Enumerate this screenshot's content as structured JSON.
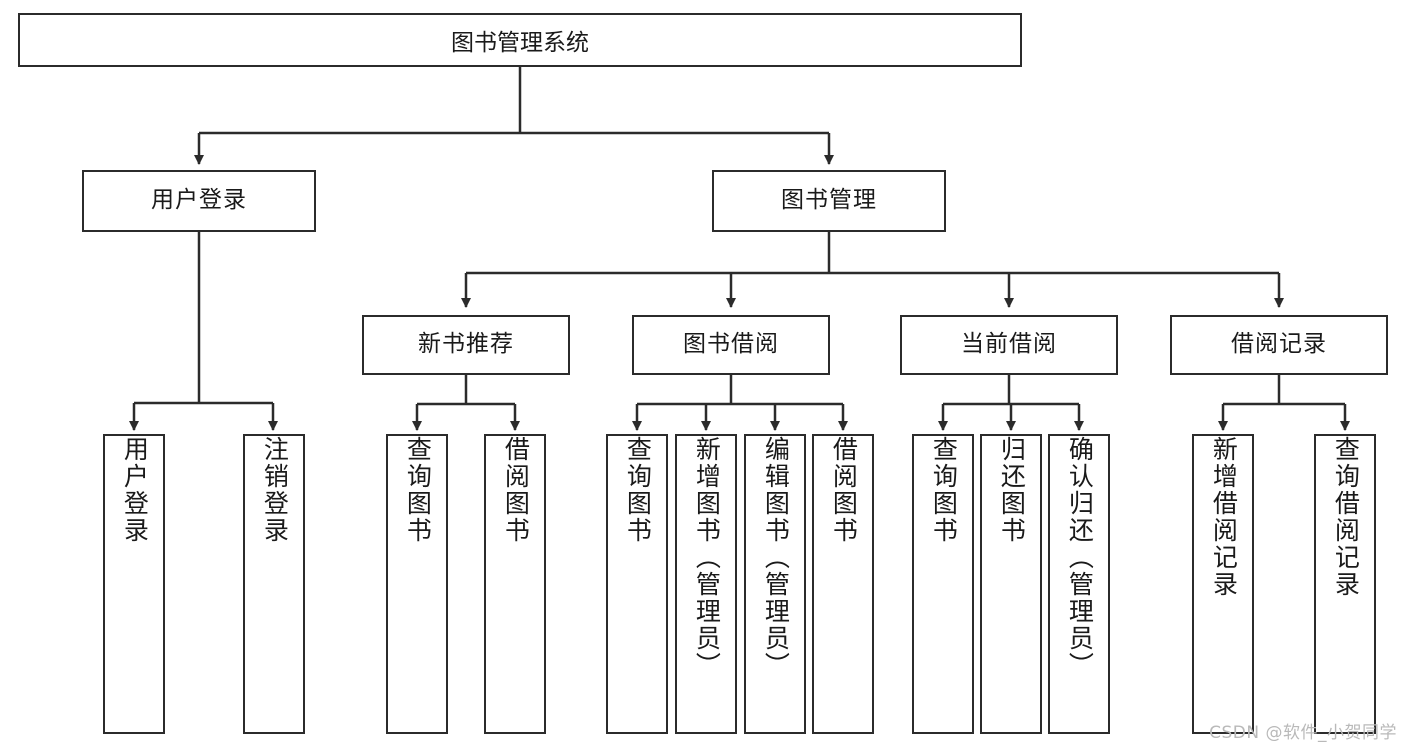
{
  "diagram": {
    "title": "图书管理系统",
    "watermark": "CSDN @软件_小贺同学",
    "colors": {
      "box_border": "#2b2b2b",
      "box_fill": "#ffffff",
      "edge": "#2b2b2b",
      "text": "#1a1a1a",
      "watermark": "#b9b9b9"
    },
    "nodes": {
      "root": {
        "label": "图书管理系统"
      },
      "level2": [
        {
          "label": "用户登录"
        },
        {
          "label": "图书管理"
        }
      ],
      "level3": [
        {
          "label": "新书推荐"
        },
        {
          "label": "图书借阅"
        },
        {
          "label": "当前借阅"
        },
        {
          "label": "借阅记录"
        }
      ],
      "leaves": {
        "user_login": [
          {
            "label": "用户登录"
          },
          {
            "label": "注销登录"
          }
        ],
        "new_book_recommend": [
          {
            "label": "查询图书"
          },
          {
            "label": "借阅图书"
          }
        ],
        "book_borrow": [
          {
            "label": "查询图书"
          },
          {
            "label": "新增图书（管理员）"
          },
          {
            "label": "编辑图书（管理员）"
          },
          {
            "label": "借阅图书"
          }
        ],
        "current_borrow": [
          {
            "label": "查询图书"
          },
          {
            "label": "归还图书"
          },
          {
            "label": "确认归还（管理员）"
          }
        ],
        "borrow_record": [
          {
            "label": "新增借阅记录"
          },
          {
            "label": "查询借阅记录"
          }
        ]
      }
    }
  }
}
